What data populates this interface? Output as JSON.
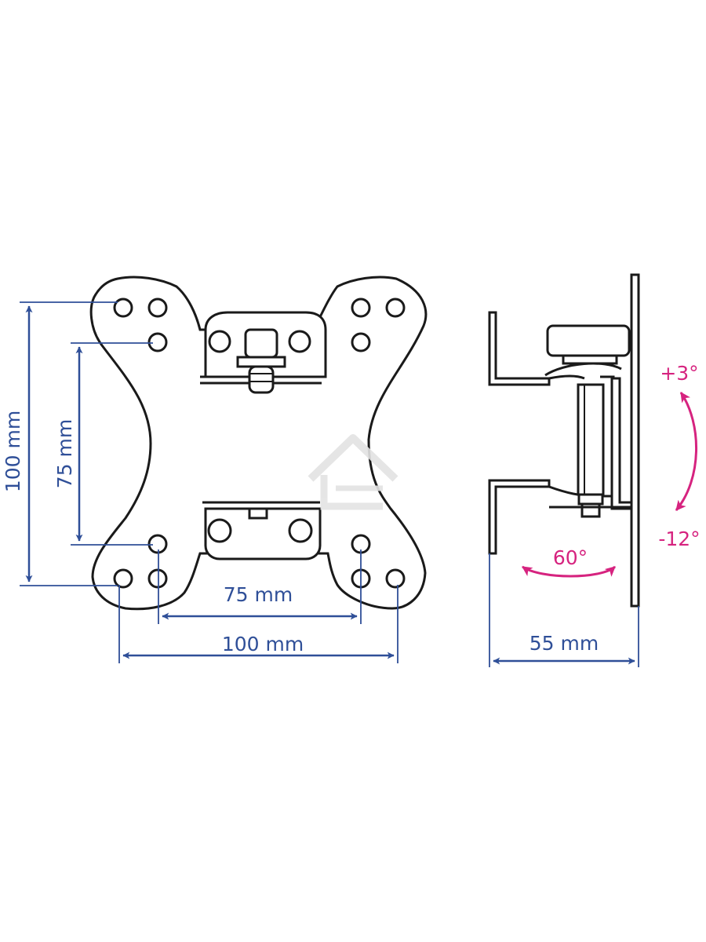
{
  "colors": {
    "dimension": "#2f4f98",
    "rotation": "#d6237f",
    "outline": "#1a1a1a",
    "watermark": "#e3e3e3"
  },
  "front_view": {
    "outer_height": "100 mm",
    "inner_height": "75 mm",
    "inner_width": "75 mm",
    "outer_width": "100 mm"
  },
  "side_view": {
    "depth": "55 mm",
    "swivel": "60°",
    "tilt_up": "+3°",
    "tilt_down": "-12°"
  },
  "watermark_icon": "house-outline-icon"
}
